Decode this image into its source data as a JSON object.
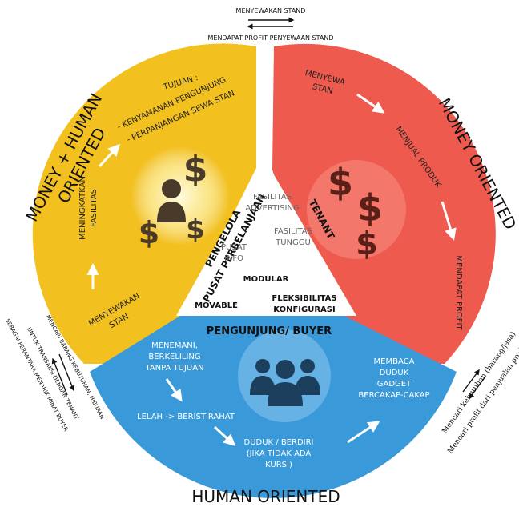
{
  "top_flow": {
    "upper": "MENYEWAKAN STAND",
    "lower": "MENDAPAT PROFIT PENYEWAAN STAND"
  },
  "left_flow": {
    "line1": "MENCARI BARANG KEBUTUHAN, HIBURAN",
    "line2": "UNTUK TRANSAKSI DENGAN TENANT",
    "line3": "SEBAGAI PERANTARA MENARIK MINAT BUYER"
  },
  "right_flow": {
    "line1": "Mencari kebutuhan (barang/jasa)",
    "line2": "Mencari profit dari penjualan produk"
  },
  "outer_labels": {
    "left_1": "Money + Human",
    "left_2": "Oriented",
    "right": "Money Oriented",
    "bottom": "Human Oriented"
  },
  "yellow": {
    "role_1": "PENGELOLA",
    "role_2": "PUSAT PERBELANJAAN",
    "goal_title": "TUJUAN :",
    "goal_1": "- KENYAMANAN PENGUNJUNG",
    "goal_2": "- PERPANJANGAN SEWA STAN",
    "step_improve_1": "MENINGKATKAN",
    "step_improve_2": "FASILITAS",
    "step_rent_1": "MENYEWAKAN",
    "step_rent_2": "STAN",
    "icon": "manager-money-icon"
  },
  "red": {
    "role": "TENANT",
    "step_1a": "MENYEWA",
    "step_1b": "STAN",
    "step_2": "MENJUAL PRODUK",
    "step_3": "MENDAPAT PROFIT",
    "icon": "dollar-signs-icon"
  },
  "blue": {
    "role": "PENGUNJUNG/ BUYER",
    "step_1a": "MENEMANI,",
    "step_1b": "BERKELILING",
    "step_1c": "TANPA TUJUAN",
    "step_2": "LELAH -> BERISTIRAHAT",
    "step_3a": "DUDUK / BERDIRI",
    "step_3b": "(JIKA TIDAK ADA",
    "step_3c": "KURSI)",
    "step_4a": "MEMBACA",
    "step_4b": "DUDUK",
    "step_4c": "GADGET",
    "step_4d": "BERCAKAP-CAKAP",
    "icon": "group-people-icon"
  },
  "center": {
    "fac_adv_1": "FASILITAS",
    "fac_adv_2": "ADVERTISING",
    "fac_wait_1": "FASILITAS",
    "fac_wait_2": "TUNGGU",
    "info_1": "PUSAT",
    "info_2": "INFO",
    "modular": "MODULAR",
    "movable": "MOVABLE",
    "flex_1": "FLEKSIBILITAS",
    "flex_2": "KONFIGURASI"
  },
  "colors": {
    "yellow": "#f2c01f",
    "red": "#ee5a4e",
    "blue": "#3a9ad9",
    "dark": "#4a3a2a"
  }
}
